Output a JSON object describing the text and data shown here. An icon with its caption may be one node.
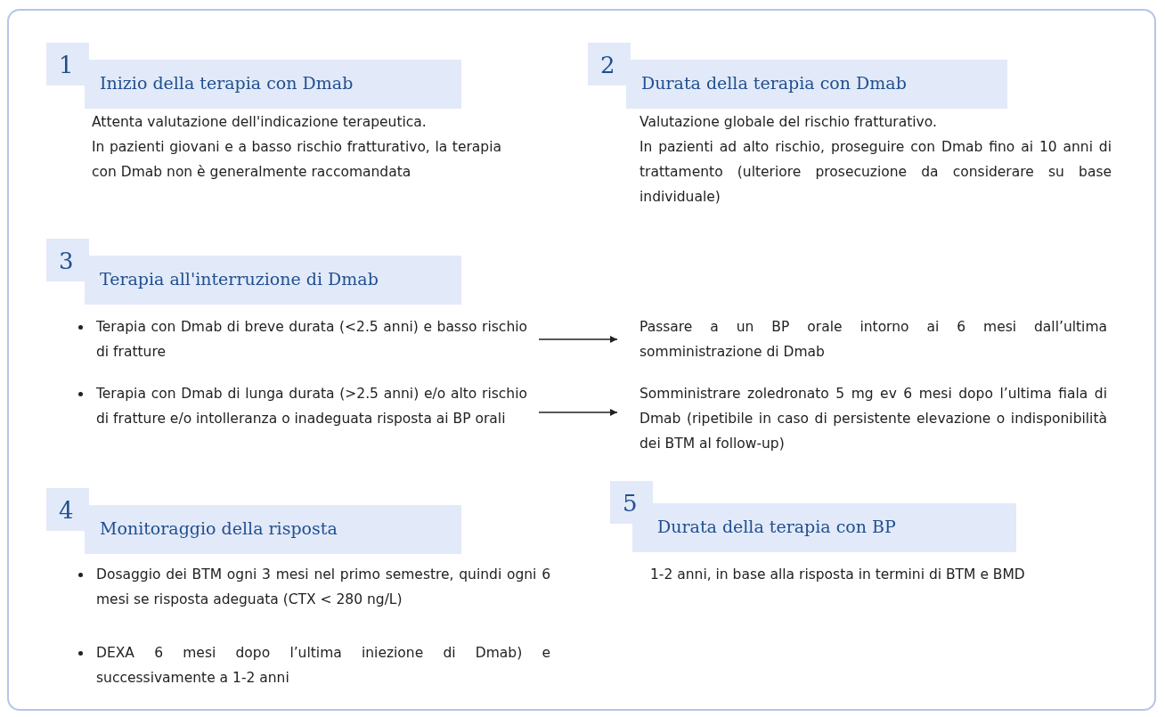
{
  "diagram": {
    "nodes": [
      {
        "text": [
          "1",
          "Inizio della terapia con Dmab"
        ],
        "beside": [
          "Attenta valutazione dell'indicazione terapeutica.",
          "In pazienti giovani e a basso rischio fratturativo, la terapia con Dmab non è generalmente raccomandata"
        ]
      },
      {
        "text": [
          "2",
          "Durata della terapia con Dmab"
        ],
        "beside": [
          "Valutazione globale del rischio fratturativo.",
          "In pazienti ad alto rischio, proseguire con Dmab fino ai 10 anni di trattamento (ulteriore prosecuzione da considerare su base individuale)"
        ]
      },
      {
        "text": [
          "3",
          "Terapia all'interruzione di Dmab"
        ]
      },
      {
        "text": [
          "Terapia con Dmab di breve durata (<2.5 anni) e basso rischio di fratture"
        ]
      },
      {
        "text": [
          "Passare a un BP orale  intorno ai 6 mesi dall’ultima somministrazione di Dmab"
        ]
      },
      {
        "text": [
          "Terapia con Dmab di lunga durata (>2.5 anni) e/o alto rischio di fratture e/o intolleranza o inadeguata risposta ai BP orali"
        ]
      },
      {
        "text": [
          "Somministrare zoledronato 5 mg ev  6 mesi dopo l’ultima fiala di Dmab (ripetibile in caso di persistente elevazione o indisponibilità dei BTM  al follow-up)"
        ]
      },
      {
        "text": [
          "4",
          "Monitoraggio della risposta"
        ]
      },
      {
        "text": [
          "Dosaggio dei BTM ogni 3 mesi nel primo semestre, quindi ogni 6 mesi se risposta  adeguata (CTX < 280 ng/L)"
        ]
      },
      {
        "text": [
          "DEXA  6 mesi dopo l’ultima iniezione di Dmab) e successivamente a 1-2 anni"
        ]
      },
      {
        "text": [
          "5",
          "Durata della terapia con BP"
        ],
        "beside": [
          "1-2 anni, in base alla risposta in termini di BTM e BMD"
        ]
      }
    ],
    "edges": [
      {
        "from": 3,
        "to": 4,
        "arrow": "to"
      },
      {
        "from": 5,
        "to": 6,
        "arrow": "to"
      }
    ]
  }
}
